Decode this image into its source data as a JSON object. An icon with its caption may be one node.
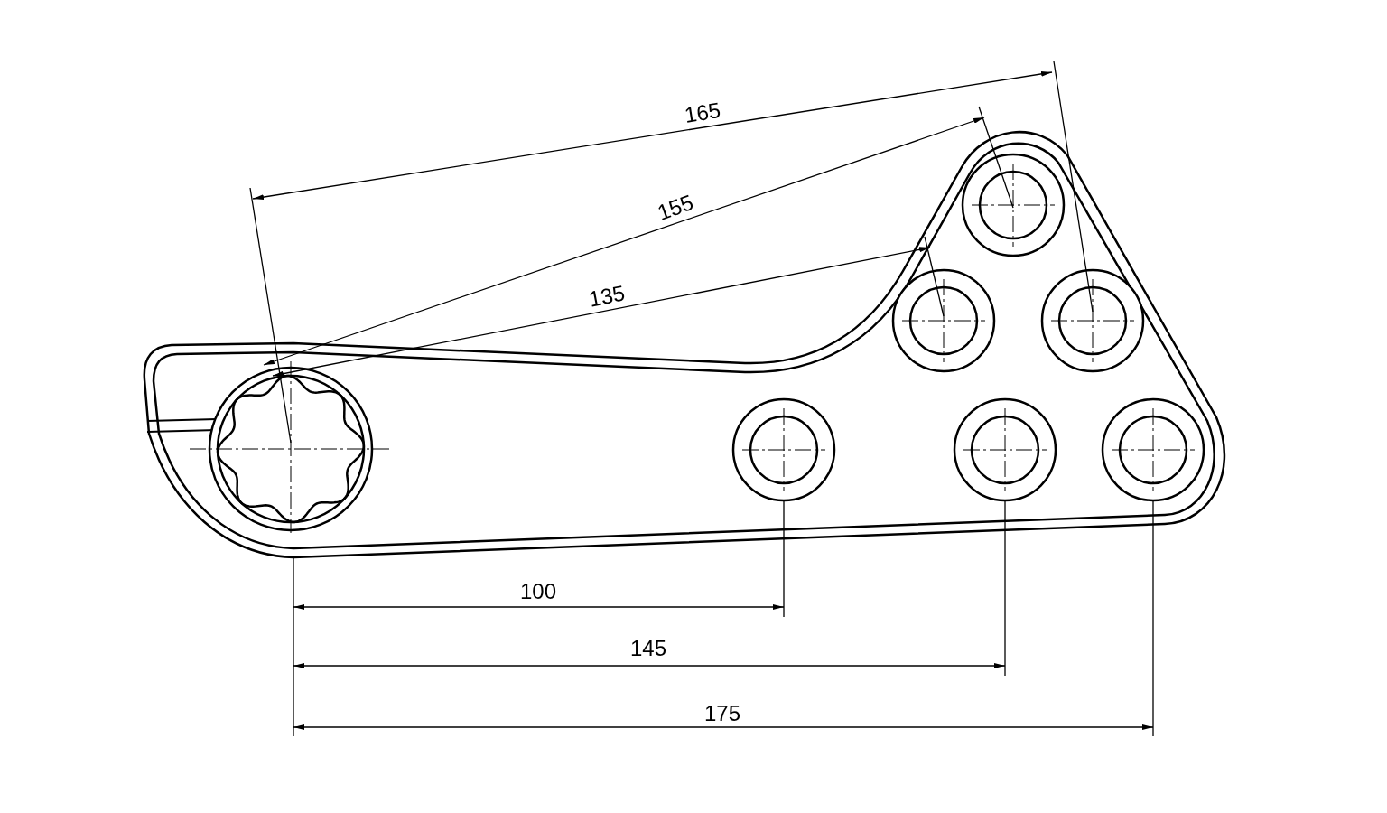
{
  "diagram": {
    "labels": [
      "165",
      "155",
      "135",
      "100",
      "145",
      "175"
    ]
  }
}
